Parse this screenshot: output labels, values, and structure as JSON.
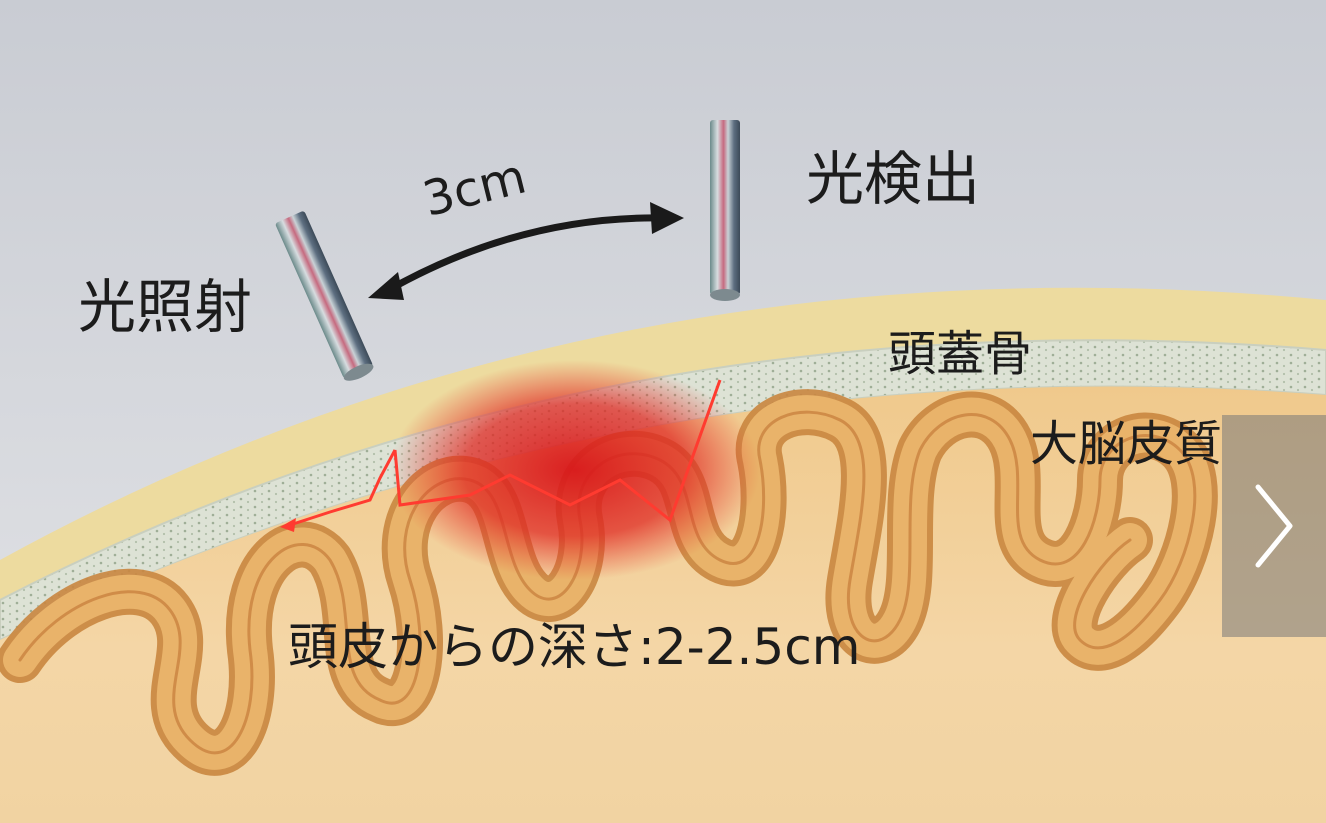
{
  "labels": {
    "light_irradiation": "光照射",
    "light_detection": "光検出",
    "distance": "3cm",
    "skull": "頭蓋骨",
    "cerebral_cortex": "大脳皮質",
    "depth_from_scalp": "頭皮からの深さ:2-2.5cm"
  },
  "controls": {
    "next_icon": "chevron-right-icon"
  },
  "colors": {
    "background_top": "#d4d7dc",
    "scalp": "#eedc9c",
    "skull": "#dfe2d6",
    "cortex": "#e9b36a",
    "cortex_outline": "#c9863f",
    "light_path": "#e8332a",
    "arrow": "#1a1a1a"
  }
}
